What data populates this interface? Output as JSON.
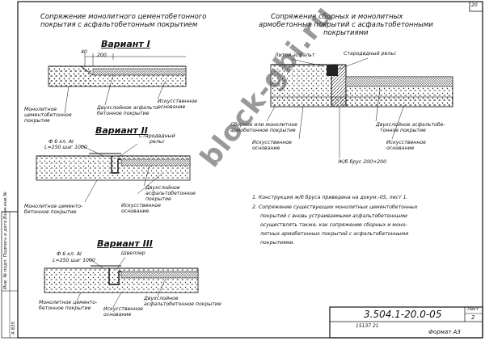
{
  "sheet_number_top": "20",
  "left_title": [
    "Сопряжение монолитного цементобетонного",
    "покрытия с асфальтобетонным покрытием"
  ],
  "right_title": [
    "Сопряжение сборных и монолитных",
    "армобетонных покрытий с асфальтобетонными",
    "покрытиями"
  ],
  "variant_1": {
    "label": "Вариант I",
    "dim_40": "40",
    "dim_200": "200",
    "label_artificial_base": [
      "Искусственное",
      "основание"
    ],
    "label_asphalt": [
      "Двухслойное асфальто-",
      "бетонное покрытие"
    ],
    "label_monolith": [
      "Монолитное",
      "цементобетонное",
      "покрытие"
    ]
  },
  "variant_2": {
    "label": "Вариант II",
    "rebar": [
      "Ф 6 кл. АI",
      "L=250 шаг 1000"
    ],
    "label_rail": [
      "Стародвдный",
      "рельс"
    ],
    "label_asphalt": [
      "Двухслойное",
      "асфальтобетонное",
      "покрытие"
    ],
    "label_artificial_base": [
      "Искусственное",
      "основание"
    ],
    "label_monolith": [
      "Монолитное цементо-",
      "бетонное покрытие"
    ]
  },
  "variant_3": {
    "label": "Вариант III",
    "rebar": [
      "Ф 6 кл. АI",
      "L=250 шаг 1000"
    ],
    "label_beam": "Швеллер",
    "label_monolith": [
      "Монолитное цементо-",
      "бетонное покрытие"
    ],
    "label_artificial_base": [
      "Искусственное",
      "основание"
    ],
    "label_asphalt": [
      "Двухслойное",
      "асфальтобетонное покрытие"
    ]
  },
  "right_detail": {
    "label_cast_asphalt": "Литой асфальт",
    "label_rail": "Стародвдный рельс",
    "label_precast": [
      "Сборное или монолитное",
      "армобетонное покрытие"
    ],
    "label_artificial_base_1": [
      "Искусственное",
      "основание"
    ],
    "label_asphalt": [
      "Двухслойное асфальтобе-",
      "тонное покрытие"
    ],
    "label_artificial_base_2": [
      "Искусственное",
      "основание"
    ],
    "label_beam": "Ж/б брус 200×200"
  },
  "notes": [
    "1. Конструкция ж/б бруса приведена на докум.-05, лист 1.",
    "2. Сопряжение существующих монолитных цементобетонных",
    "покрытий с вновь устраиваемыми асфальтобетонными",
    "осуществлять также, как сопряжение сборных и моно-",
    "литных армобетонных покрытий с асфальтобетонными",
    "покрытиями."
  ],
  "watermark": "block-gbi.ru",
  "doc_code": "3.504.1-20.0-05",
  "sheet_label": "Лист",
  "sheet_value": "2",
  "stamp_bottom": "15137   21",
  "format_label": "Формат А3",
  "side_text": "Инв. № подл.  Подпись и дата  Взам.инв.№",
  "side_code": "А 835"
}
